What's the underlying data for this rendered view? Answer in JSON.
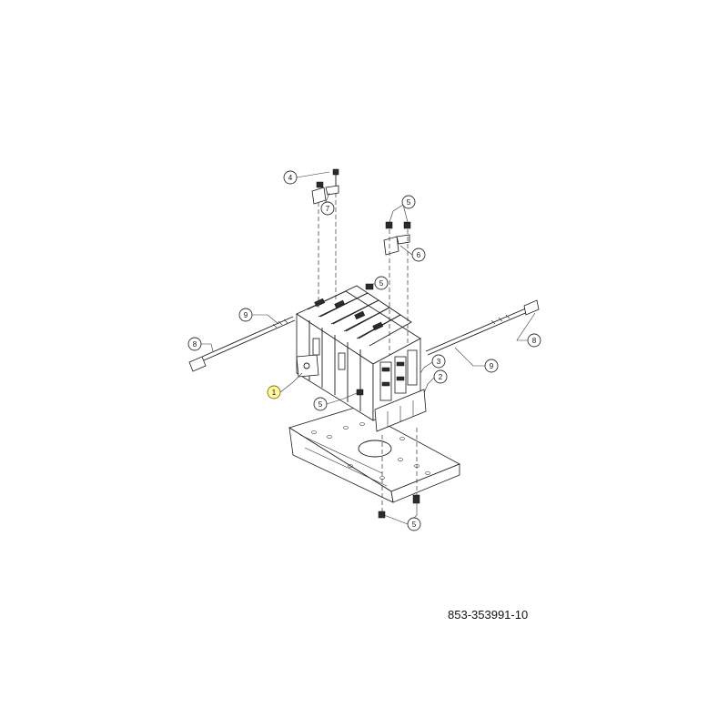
{
  "diagram": {
    "part_number": "853-353991-10",
    "callouts": [
      {
        "id": "c4",
        "label": "4"
      },
      {
        "id": "c7",
        "label": "7"
      },
      {
        "id": "c5a",
        "label": "5"
      },
      {
        "id": "c6",
        "label": "6"
      },
      {
        "id": "c5b",
        "label": "5"
      },
      {
        "id": "c9a",
        "label": "9"
      },
      {
        "id": "c8a",
        "label": "8"
      },
      {
        "id": "c1",
        "label": "1",
        "highlight": "#fff6a8"
      },
      {
        "id": "c5c",
        "label": "5"
      },
      {
        "id": "c3",
        "label": "3"
      },
      {
        "id": "c2",
        "label": "2"
      },
      {
        "id": "c9b",
        "label": "9"
      },
      {
        "id": "c8b",
        "label": "8"
      },
      {
        "id": "c5d",
        "label": "5"
      }
    ]
  }
}
